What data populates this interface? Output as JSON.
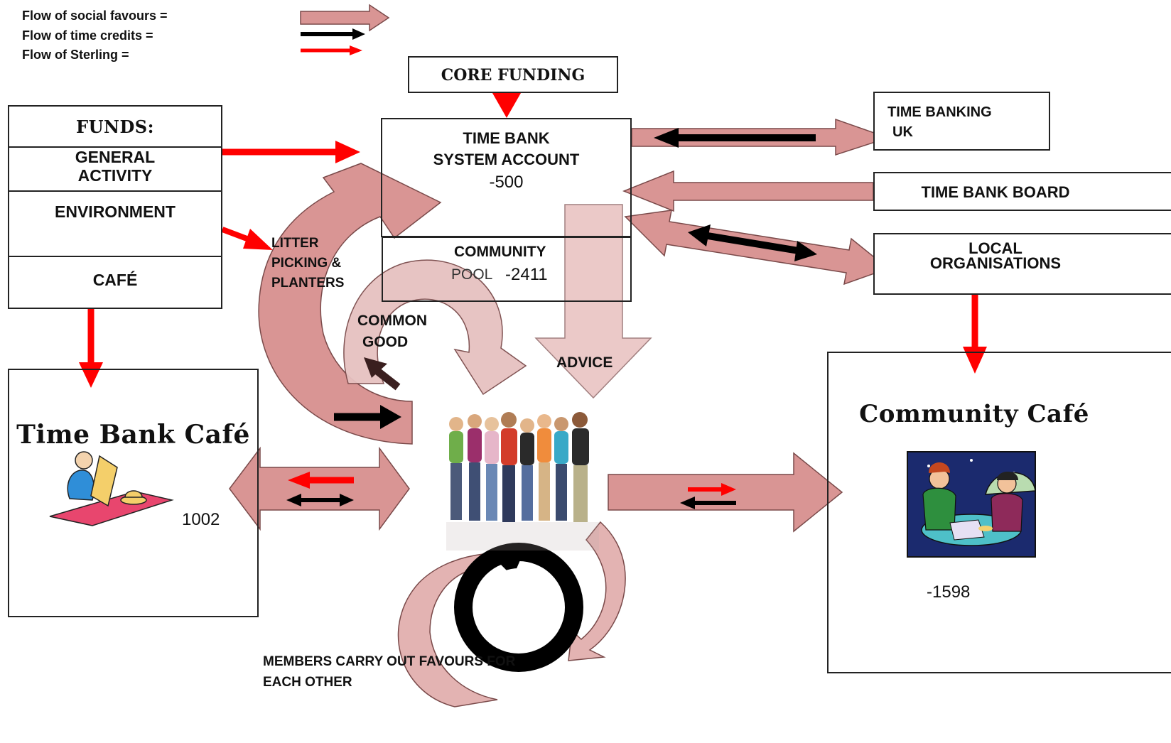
{
  "legend": [
    {
      "label": "Flow of social favours =",
      "style": "social"
    },
    {
      "label": "Flow of time credits =",
      "style": "credits"
    },
    {
      "label": "Flow of Sterling =",
      "style": "sterling"
    }
  ],
  "colors": {
    "social_fill": "#d99594",
    "social_stroke": "#7a4a4a",
    "time_credits": "#000000",
    "sterling": "#ff0000"
  },
  "core_funding": "CORE FUNDING",
  "system_account": {
    "line1": "TIME BANK",
    "line2": "SYSTEM ACCOUNT",
    "value": "-500"
  },
  "community_pool": {
    "line1": "COMMUNITY",
    "line2": "POOL",
    "value": "-2411"
  },
  "funds": {
    "title": "FUNDS:",
    "general_1": "GENERAL",
    "general_2": "ACTIVITY",
    "environment": "ENVIRONMENT",
    "cafe": "CAFÉ"
  },
  "time_banking_uk": {
    "line1": "TIME BANKING",
    "line2": "UK"
  },
  "time_bank_board": "TIME BANK BOARD",
  "local_orgs": {
    "line1": "LOCAL",
    "line2": "ORGANISATIONS"
  },
  "litter": {
    "line1": "LITTER",
    "line2": "PICKING &",
    "line3": "PLANTERS"
  },
  "common_good": {
    "line1": "COMMON",
    "line2": "GOOD"
  },
  "advice": "ADVICE",
  "time_bank_cafe": {
    "title": "Time Bank Café",
    "value": "1002",
    "icon": "person-reading-menu-icon"
  },
  "community_cafe": {
    "title": "Community Café",
    "value": "-1598",
    "icon": "women-at-cafe-table-icon"
  },
  "members_icon": "group-of-people-icon",
  "members_caption": {
    "line1": "MEMBERS CARRY OUT FAVOURS FOR",
    "line2": "EACH OTHER"
  }
}
